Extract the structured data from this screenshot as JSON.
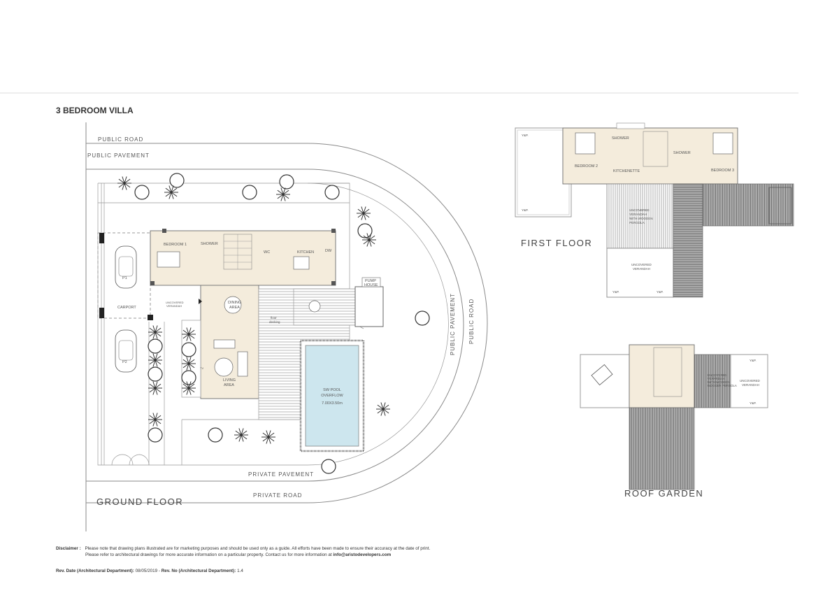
{
  "title": "3 BEDROOM VILLA",
  "colors": {
    "room_fill": "#f4ecdc",
    "pool": "#cde6ee",
    "lines": "#777777",
    "dark_hatch": "#6a6a6a"
  },
  "ground_floor": {
    "label": "GROUND FLOOR",
    "public_road": "PUBLIC  ROAD",
    "public_pavement": "PUBLIC  PAVEMENT",
    "private_pavement": "PRIVATE  PAVEMENT",
    "private_road": "PRIVATE  ROAD",
    "side_pavement": "PUBLIC  PAVEMENT",
    "side_road": "PUBLIC  ROAD",
    "bedroom": "BEDROOM  1",
    "shower": "SHOWER",
    "wc": "WC",
    "kitchen": "KITCHEN",
    "dw": "DW",
    "dining": [
      "DINING",
      "AREA"
    ],
    "living": [
      "LIVING",
      "AREA"
    ],
    "tv": "TV",
    "veranda": [
      "UNCOVERED",
      "VERANDAH"
    ],
    "carport": "CARPORT",
    "p1": "P1",
    "p2": "P2",
    "pump_house": [
      "PUMP",
      "HOUSE"
    ],
    "decking": [
      "floor",
      "decking"
    ],
    "pool": [
      "SW POOL",
      "OVERFLOW",
      "7.00X3.50m"
    ]
  },
  "first_floor": {
    "label": "FIRST FLOOR",
    "bedroom2": "BEDROOM  2",
    "bedroom3": "BEDROOM  3",
    "shower_left": "SHOWER",
    "shower_right": "SHOWER",
    "kitchenette": "KITCHENETTE",
    "pergola": [
      "UNCOVERED",
      "VERANDAH",
      "WITH WOODEN",
      "PERGOLA"
    ],
    "veranda": [
      "UNCOVERED",
      "VERANDAH"
    ],
    "yap": "Y&P."
  },
  "roof_garden": {
    "label": "ROOF GARDEN",
    "pergola": [
      "UNCOVERED",
      "VERANDAH",
      "WITH WOODEN",
      "WOODEN  PERGOLA"
    ],
    "veranda": [
      "UNCOVERED",
      "VERANDAH"
    ],
    "yap": "Y&P."
  },
  "footer": {
    "disclaimer_label": "Disclaimer :",
    "disclaimer_line1": "Please note that drawing plans illustrated are for marketing purposes and should be used only as a guide. All efforts have been made to ensure their accuracy at the date of print.",
    "disclaimer_line2": "Please refer to architectural drawings for more accurate information on a particular property. Contact us for more information at",
    "email": "info@aristodevelopers.com",
    "rev_date_label": "Rev. Date (Architectural Department):",
    "rev_date": "08/05/2019",
    "rev_no_label": "Rev. No (Architectural Department):",
    "rev_no": "1.4"
  }
}
